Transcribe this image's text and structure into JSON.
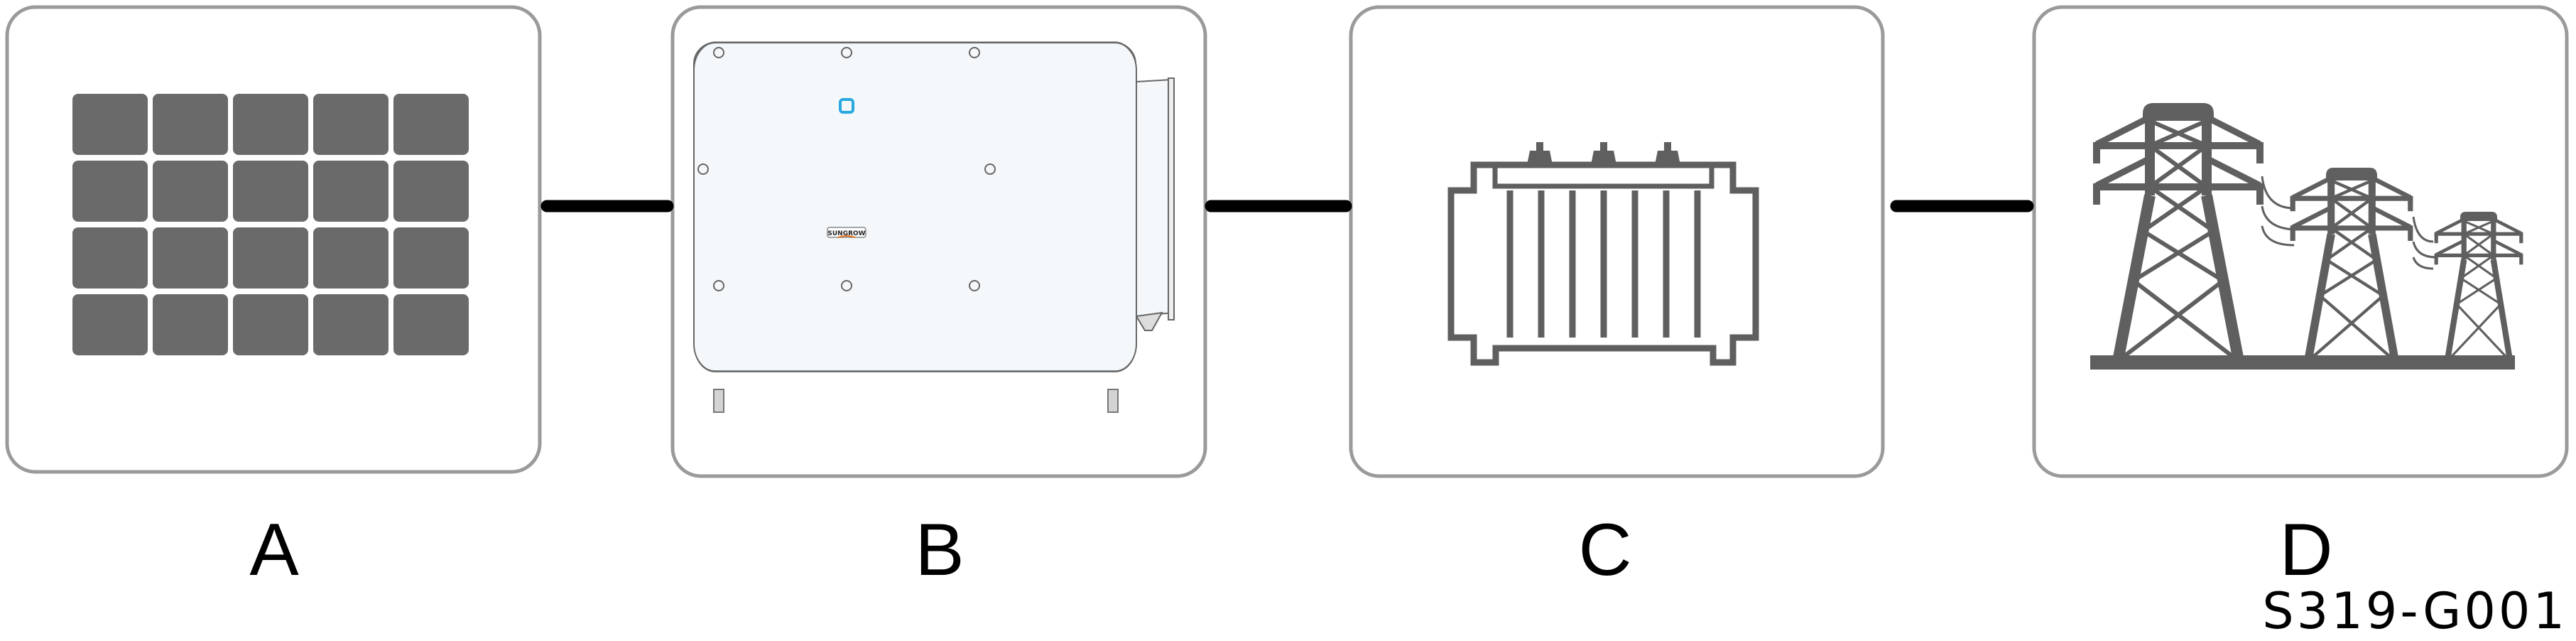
{
  "components": [
    {
      "id": "A",
      "label": "A",
      "icon": "solar-panel-icon"
    },
    {
      "id": "B",
      "label": "B",
      "icon": "inverter-icon",
      "brand": "SUNGROW"
    },
    {
      "id": "C",
      "label": "C",
      "icon": "transformer-icon"
    },
    {
      "id": "D",
      "label": "D",
      "icon": "power-grid-icon"
    }
  ],
  "figure_code": "S319-G001",
  "colors": {
    "frame": "#9a9a9a",
    "icon_gray": "#5f5f5f",
    "inverter_body": "#f4f8fb",
    "led_blue": "#29a8e0",
    "logo_orange": "#e87722",
    "connector": "#000000"
  }
}
